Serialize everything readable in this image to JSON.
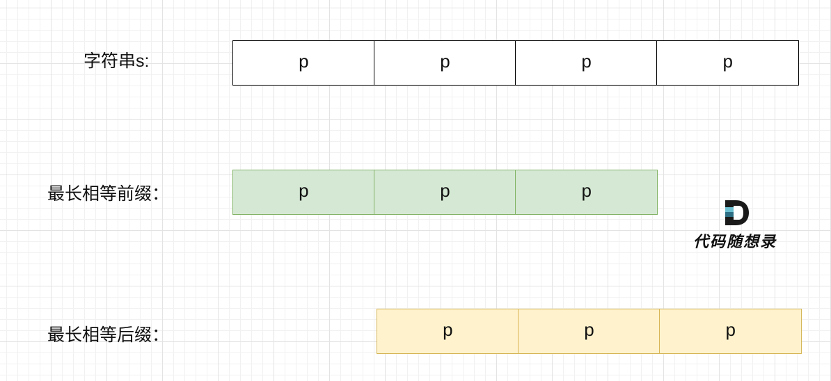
{
  "rows": [
    {
      "label": "字符串s:",
      "cells": [
        "p",
        "p",
        "p",
        "p"
      ],
      "fill": "#ffffff",
      "stroke": "#000000"
    },
    {
      "label": "最长相等前缀：",
      "cells": [
        "p",
        "p",
        "p"
      ],
      "fill": "#d5e8d4",
      "stroke": "#82b366"
    },
    {
      "label": "最长相等后缀：",
      "cells": [
        "p",
        "p",
        "p"
      ],
      "fill": "#fff2cc",
      "stroke": "#d6b656"
    }
  ],
  "logo": {
    "text": "代码随想录",
    "icon": "letter-d-logo-icon",
    "accent_colors": [
      "#1a1a1a",
      "#6bbfd0",
      "#2e6f85"
    ]
  }
}
